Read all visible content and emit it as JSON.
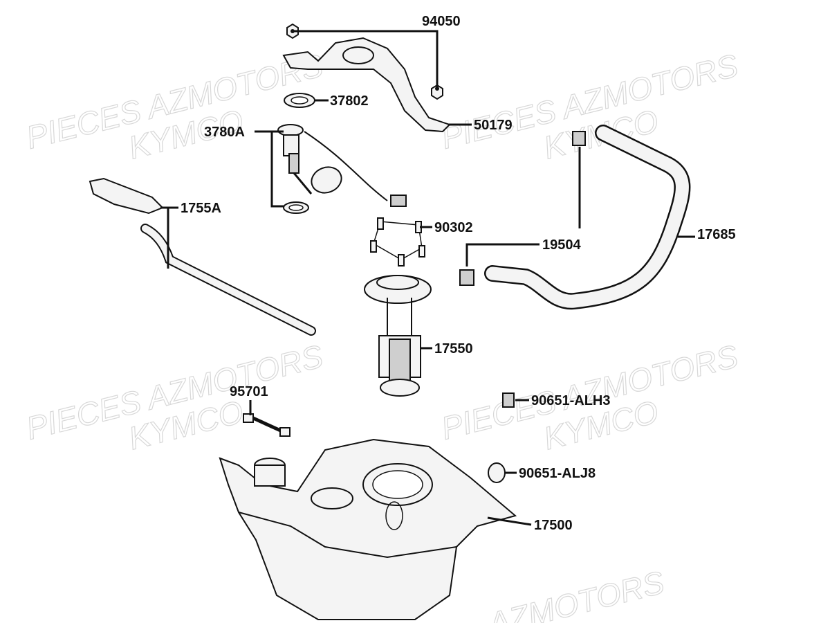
{
  "watermarks": [
    {
      "line1": "PIECES AZMOTORS",
      "line2": "KYMCO"
    },
    {
      "line1": "PIECES AZMOTORS",
      "line2": "KYMCO"
    },
    {
      "line1": "PIECES AZMOTORS",
      "line2": "KYMCO"
    },
    {
      "line1": "PIECES AZMOTORS",
      "line2": "KYMCO"
    },
    {
      "line1": "AZMOTORS"
    }
  ],
  "labels": {
    "nut": "94050",
    "gasket_ring": "37802",
    "bracket": "50179",
    "fuel_gauge": "3780A",
    "breather_hose": "1755A",
    "bolt_set": "90302",
    "hose_clamp": "19504",
    "fuel_hose": "17685",
    "fuel_pump": "17550",
    "bolt": "95701",
    "clip_a": "90651-ALH3",
    "clip_b": "90651-ALJ8",
    "fuel_tank": "17500"
  }
}
